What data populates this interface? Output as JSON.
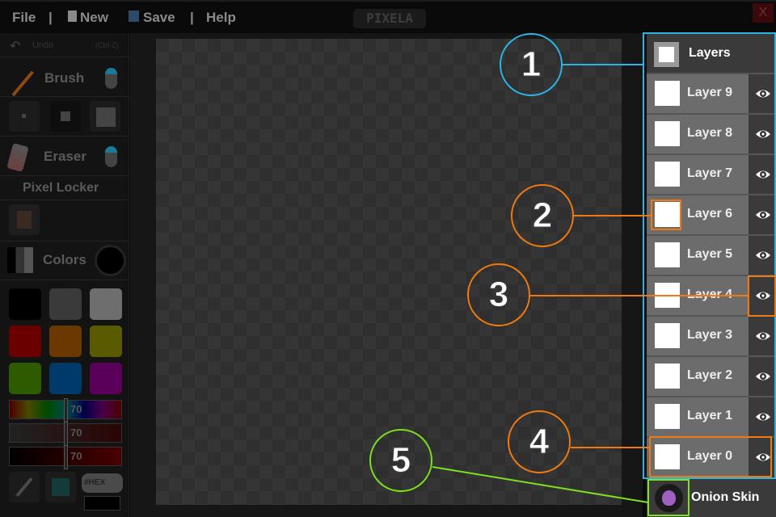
{
  "menu": {
    "file": "File",
    "sep": "|",
    "new": "New",
    "save": "Save",
    "help": "Help",
    "logo": "PIXELA",
    "close": "X"
  },
  "tools": {
    "undo": "Undo",
    "undo_shortcut": "(Ctrl-Z)",
    "brush": "Brush",
    "eraser": "Eraser",
    "pixel_locker": "Pixel Locker",
    "colors": "Colors",
    "hex_placeholder": "#HEX"
  },
  "swatches": [
    "#000000",
    "#3a3a3a",
    "#6e6e6e",
    "#6a0000",
    "#6a3800",
    "#5a5a00",
    "#2e5a00",
    "#003a6a",
    "#5a005a"
  ],
  "sliders": [
    {
      "value": "70"
    },
    {
      "value": "70"
    },
    {
      "value": "70"
    }
  ],
  "layers": {
    "title": "Layers",
    "items": [
      {
        "label": "Layer 9"
      },
      {
        "label": "Layer 8"
      },
      {
        "label": "Layer 7"
      },
      {
        "label": "Layer 6"
      },
      {
        "label": "Layer 5"
      },
      {
        "label": "Layer 4"
      },
      {
        "label": "Layer 3"
      },
      {
        "label": "Layer 2"
      },
      {
        "label": "Layer 1"
      },
      {
        "label": "Layer 0"
      }
    ],
    "onion": "Onion Skin"
  },
  "callouts": [
    "1",
    "2",
    "3",
    "4",
    "5"
  ],
  "colors": {
    "blue": "#29b6e6",
    "orange": "#f07a10",
    "green": "#7ee01e"
  }
}
